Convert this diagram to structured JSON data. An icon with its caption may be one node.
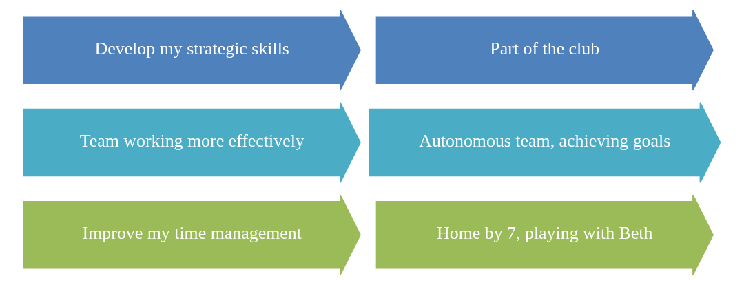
{
  "diagram": {
    "nodes": [
      {
        "text": [
          "Develop my strategic skills"
        ]
      },
      {
        "text": [
          "Part of the club"
        ]
      },
      {
        "text": [
          "Team working more effectively"
        ]
      },
      {
        "text": [
          "Autonomous team, achieving goals"
        ]
      },
      {
        "text": [
          "Improve my time management"
        ]
      },
      {
        "text": [
          "Home by 7, playing with Beth"
        ]
      }
    ]
  }
}
